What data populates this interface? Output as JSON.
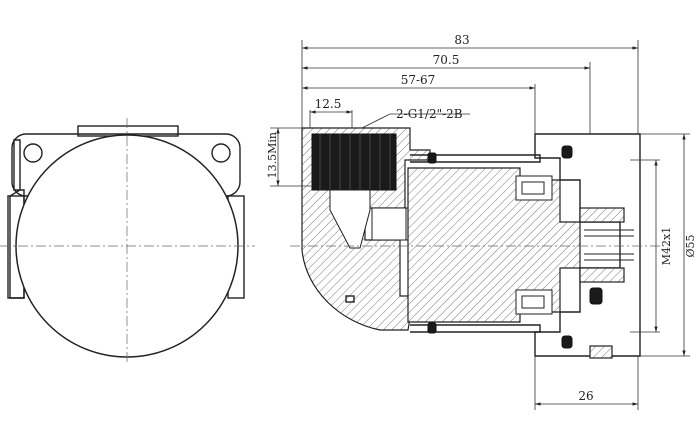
{
  "dimensions": {
    "overall_length": "83",
    "length_2": "70.5",
    "length_range": "57-67",
    "thread_offset": "12.5",
    "min_depth": "13.5Min",
    "port_thread": "2-G1/2\"-2B",
    "body_thread": "M42x1",
    "diameter": "Ø55",
    "flange_width": "26"
  }
}
